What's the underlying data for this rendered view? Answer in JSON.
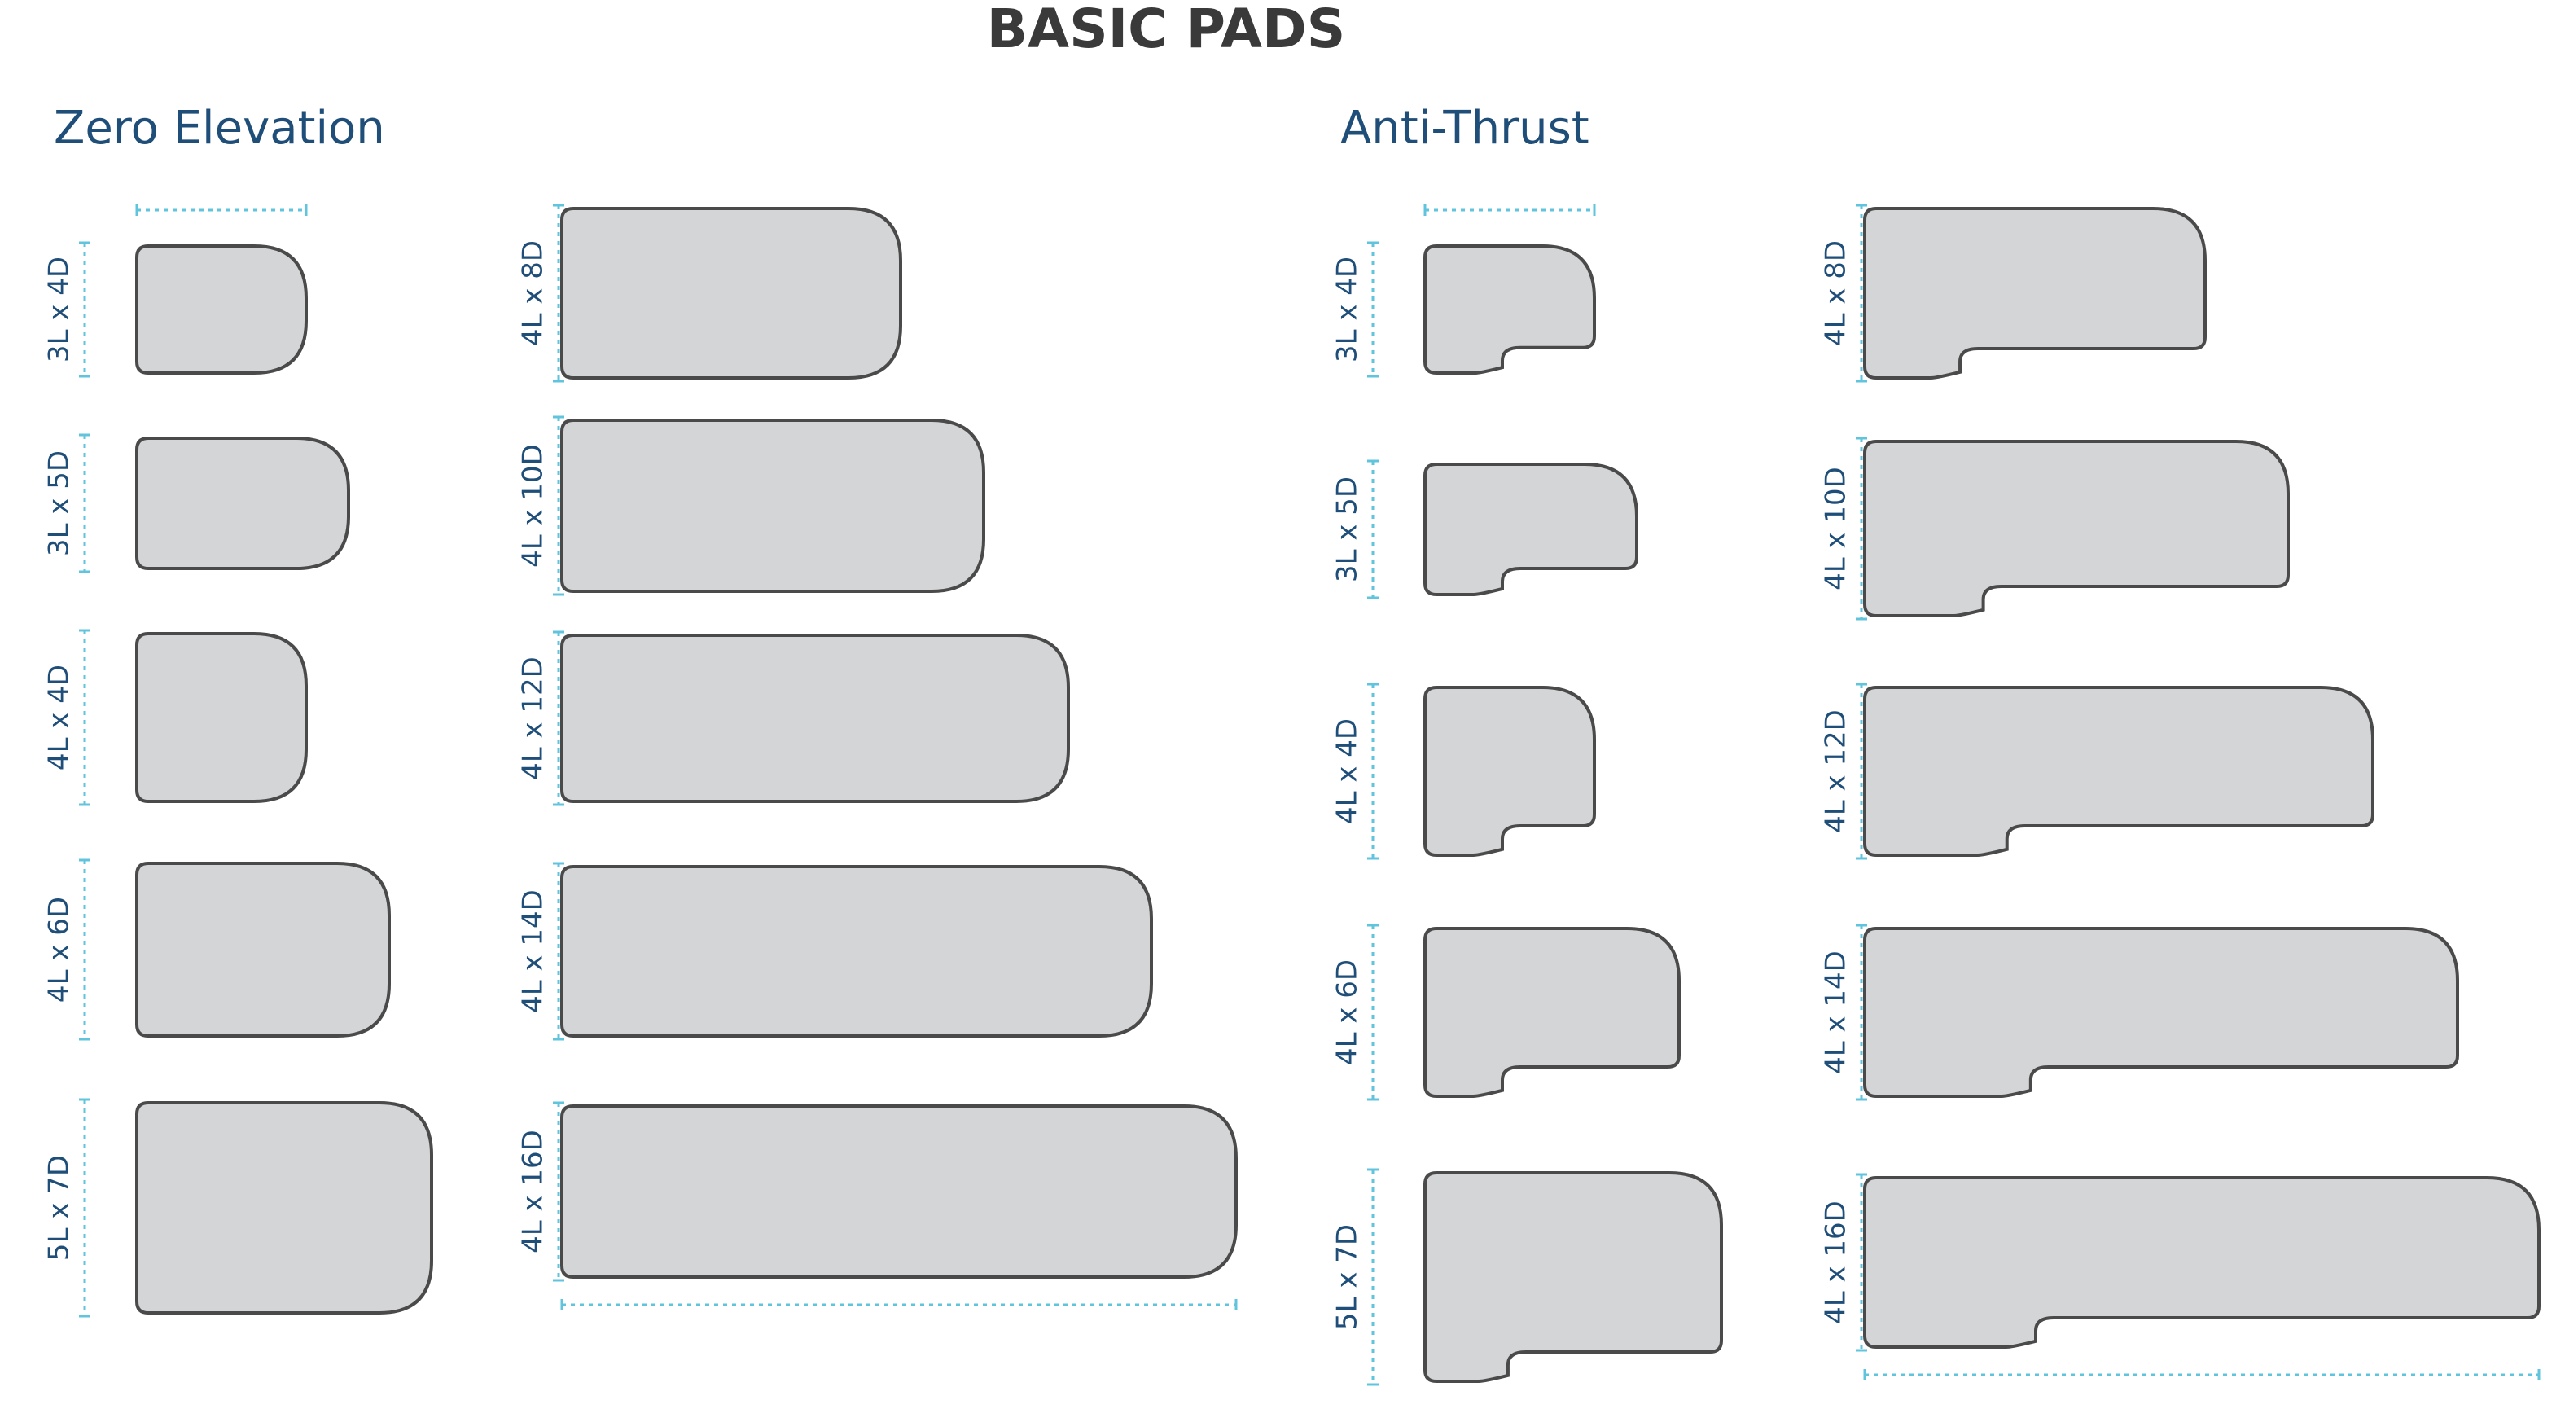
{
  "title": "BASIC PADS",
  "colors": {
    "title": "#3a3a3a",
    "section_title": "#1f4e79",
    "label": "#1f4e79",
    "pad_fill": "#d4d5d7",
    "pad_stroke": "#4a4a4a",
    "dimension": "#5fc4dc"
  },
  "sections": [
    {
      "title": "Zero Elevation",
      "pad_style": "rounded-end",
      "left_column": [
        "3L x 4D",
        "3L x 5D",
        "4L x 4D",
        "4L x 6D",
        "5L x 7D"
      ],
      "right_column": [
        "4L x 8D",
        "4L x 10D",
        "4L x 12D",
        "4L x 14D",
        "4L x 16D"
      ]
    },
    {
      "title": "Anti-Thrust",
      "pad_style": "notched",
      "left_column": [
        "3L x 4D",
        "3L x 5D",
        "4L x 4D",
        "4L x 6D",
        "5L x 7D"
      ],
      "right_column": [
        "4L x 8D",
        "4L x 10D",
        "4L x 12D",
        "4L x 14D",
        "4L x 16D"
      ]
    }
  ]
}
